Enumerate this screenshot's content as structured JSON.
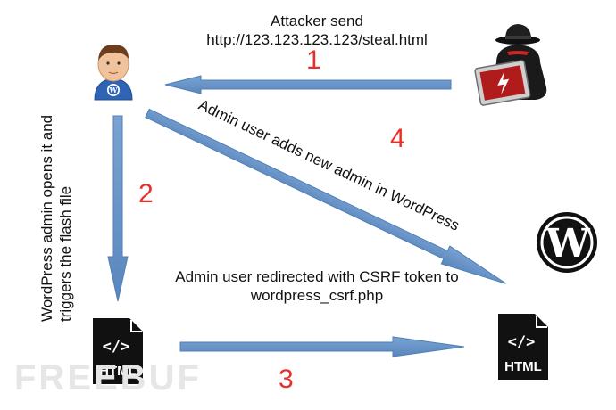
{
  "steps": {
    "step1": {
      "number": "1",
      "text_line1": "Attacker send",
      "text_line2": "http://123.123.123.123/steal.html"
    },
    "step2": {
      "number": "2",
      "text_line1": "WordPress admin opens it and",
      "text_line2": "triggers the flash file"
    },
    "step3": {
      "number": "3",
      "text_line1": "Admin user redirected with CSRF token to",
      "text_line2": "wordpress_csrf.php"
    },
    "step4": {
      "number": "4",
      "text": "Admin user adds new admin in WordPress"
    }
  },
  "icons": {
    "admin": "wordpress-admin-user-icon",
    "attacker": "attacker-hacker-icon",
    "wordpress": "wordpress-logo-icon",
    "html_left": "html-file-icon",
    "html_right": "html-file-icon",
    "html_label": "HTML",
    "code_glyph": "</>"
  },
  "watermark": "FREEBUF",
  "colors": {
    "arrow": "#6a96c8",
    "arrow_stroke": "#4f7fb5",
    "step_number": "#e8302a"
  }
}
